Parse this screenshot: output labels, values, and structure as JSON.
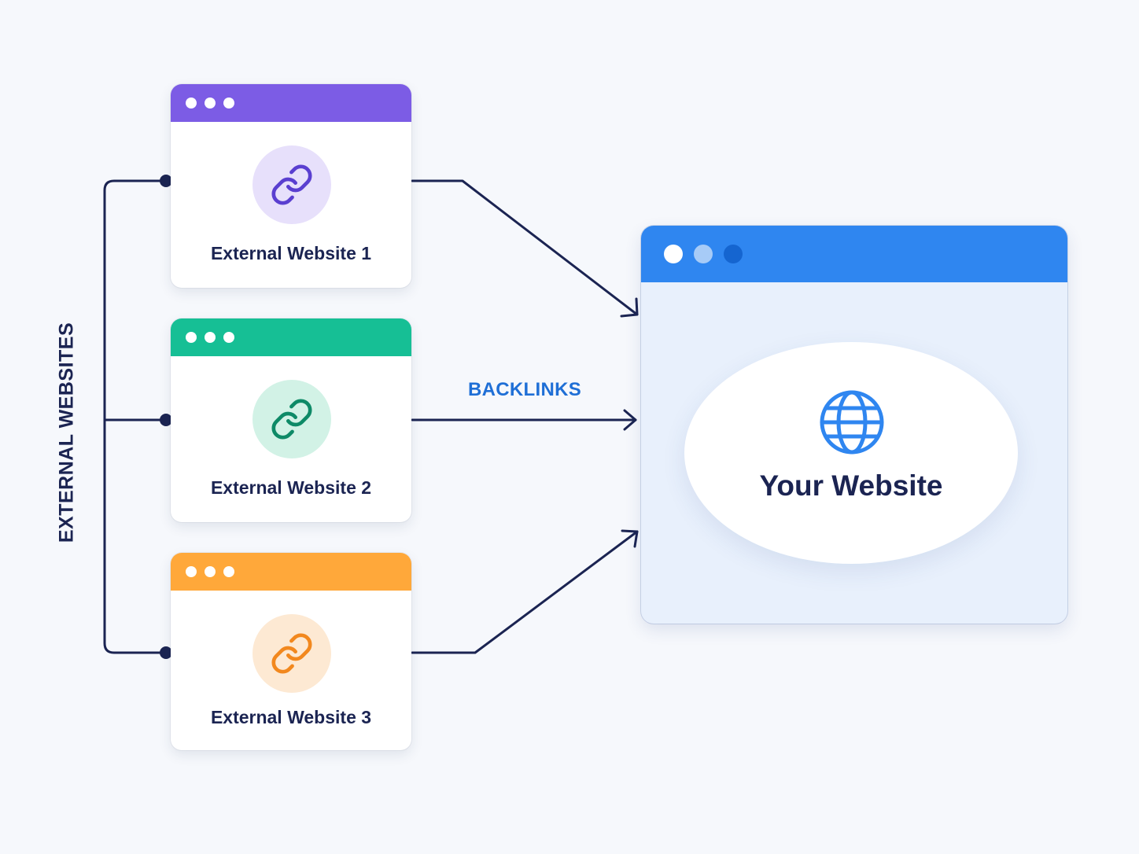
{
  "side_label": "EXTERNAL WEBSITES",
  "arrow_label": "BACKLINKS",
  "sources": [
    {
      "title": "External Website 1",
      "icon": "link-icon",
      "accent": "#7c5ce5"
    },
    {
      "title": "External Website 2",
      "icon": "link-icon",
      "accent": "#16bf95"
    },
    {
      "title": "External Website 3",
      "icon": "link-icon",
      "accent": "#ffa83a"
    }
  ],
  "target": {
    "title": "Your Website",
    "icon": "globe-icon",
    "accent": "#2f86f0"
  },
  "colors": {
    "line": "#1b2452",
    "label": "#1f6fd6",
    "background": "#f6f8fc"
  }
}
